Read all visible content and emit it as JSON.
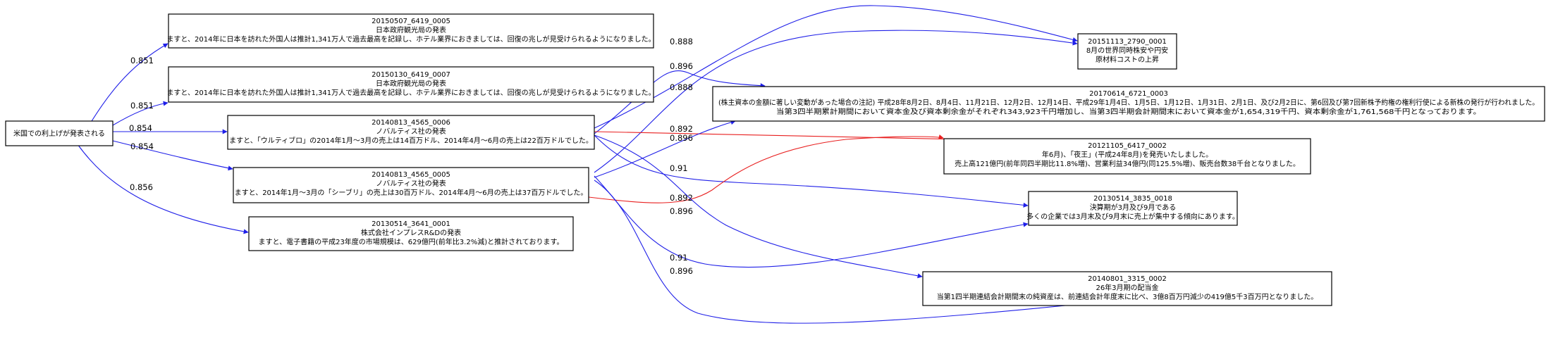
{
  "nodes": [
    {
      "id": "n0",
      "lines": [
        "米国での利上げが発表される"
      ]
    },
    {
      "id": "n1",
      "lines": [
        "20150507_6419_0005",
        "日本政府観光局の発表",
        "ますと、2014年に日本を訪れた外国人は推計1,341万人で過去最高を記録し、ホテル業界におきましては、回復の兆しが見受けられるようになりました。"
      ]
    },
    {
      "id": "n2",
      "lines": [
        "20150130_6419_0007",
        "日本政府観光局の発表",
        "ますと、2014年に日本を訪れた外国人は推計1,341万人で過去最高を記録し、ホテル業界におきましては、回復の兆しが見受けられるようになりました。"
      ]
    },
    {
      "id": "n3",
      "lines": [
        "20140813_4565_0006",
        "ノバルティス社の発表",
        "ますと、「ウルティブロ」の2014年1月～3月の売上は14百万ドル、2014年4月～6月の売上は22百万ドルでした。"
      ]
    },
    {
      "id": "n4",
      "lines": [
        "20140813_4565_0005",
        "ノバルティス社の発表",
        "ますと、2014年1月～3月の「シーブリ」の売上は30百万ドル、2014年4月～6月の売上は37百万ドルでした。"
      ]
    },
    {
      "id": "n5",
      "lines": [
        "20130514_3641_0001",
        "株式会社インプレスR&Dの発表",
        "ますと、電子書籍の平成23年度の市場規模は、629億円(前年比3.2%減)と推計されております。"
      ]
    },
    {
      "id": "n6",
      "lines": [
        "20151113_2790_0001",
        "8月の世界同時株安や円安",
        "原材料コストの上昇"
      ]
    },
    {
      "id": "n7",
      "lines": [
        "20170614_6721_0003",
        "(株主資本の金額に著しい変動があった場合の注記) 平成28年8月2日、8月4日、11月21日、12月2日、12月14日、平成29年1月4日、1月5日、1月12日、1月31日、2月1日、及び2月2日に、第6回及び第7回新株予約権の権利行使による新株の発行が行われました。",
        "当第3四半期累計期間において資本金及び資本剰余金がそれぞれ343,923千円増加し、当第3四半期会計期間末において資本金が1,654,319千円、資本剰余金が1,761,568千円となっております。"
      ]
    },
    {
      "id": "n8",
      "lines": [
        "20121105_6417_0002",
        "年6月)、「夜王」(平成24年8月)を発売いたしました。",
        "売上高121億円(前年同四半期比11.8%増)、営業利益34億円(同125.5%増)、販売台数38千台となりました。"
      ]
    },
    {
      "id": "n9",
      "lines": [
        "20130514_3835_0018",
        "決算期が3月及び9月である",
        "多くの企業では3月末及び9月末に売上が集中する傾向にあります。"
      ]
    },
    {
      "id": "n10",
      "lines": [
        "20140801_3315_0002",
        "26年3月期の配当金",
        "当第1四半期連結会計期間末の純資産は、前連結会計年度末に比べ、3億8百万円減少の419億5千3百万円となりました。"
      ]
    }
  ],
  "edges": [
    {
      "from": "n0",
      "to": "n1",
      "label": "0.851",
      "color": "#1f1fe8"
    },
    {
      "from": "n0",
      "to": "n2",
      "label": "0.851",
      "color": "#1f1fe8"
    },
    {
      "from": "n0",
      "to": "n3",
      "label": "0.854",
      "color": "#1f1fe8"
    },
    {
      "from": "n0",
      "to": "n4",
      "label": "0.854",
      "color": "#1f1fe8"
    },
    {
      "from": "n0",
      "to": "n5",
      "label": "0.856",
      "color": "#1f1fe8"
    },
    {
      "from": "n3",
      "to": "n6",
      "label": "0.888",
      "color": "#1f1fe8"
    },
    {
      "from": "n3",
      "to": "n7",
      "label": "0.896",
      "color": "#1f1fe8"
    },
    {
      "from": "n4",
      "to": "n6",
      "label": "0.888",
      "color": "#1f1fe8"
    },
    {
      "from": "n3",
      "to": "n8",
      "label": "0.892",
      "color": "#e81f1f"
    },
    {
      "from": "n4",
      "to": "n7",
      "label": "0.896",
      "color": "#1f1fe8"
    },
    {
      "from": "n3",
      "to": "n9",
      "label": "0.91",
      "color": "#1f1fe8"
    },
    {
      "from": "n4",
      "to": "n8",
      "label": "0.892",
      "color": "#e81f1f"
    },
    {
      "from": "n3",
      "to": "n10",
      "label": "0.896",
      "color": "#1f1fe8"
    },
    {
      "from": "n4",
      "to": "n9",
      "label": "0.91",
      "color": "#1f1fe8"
    },
    {
      "from": "n4",
      "to": "n10",
      "label": "0.896",
      "color": "#1f1fe8"
    }
  ]
}
